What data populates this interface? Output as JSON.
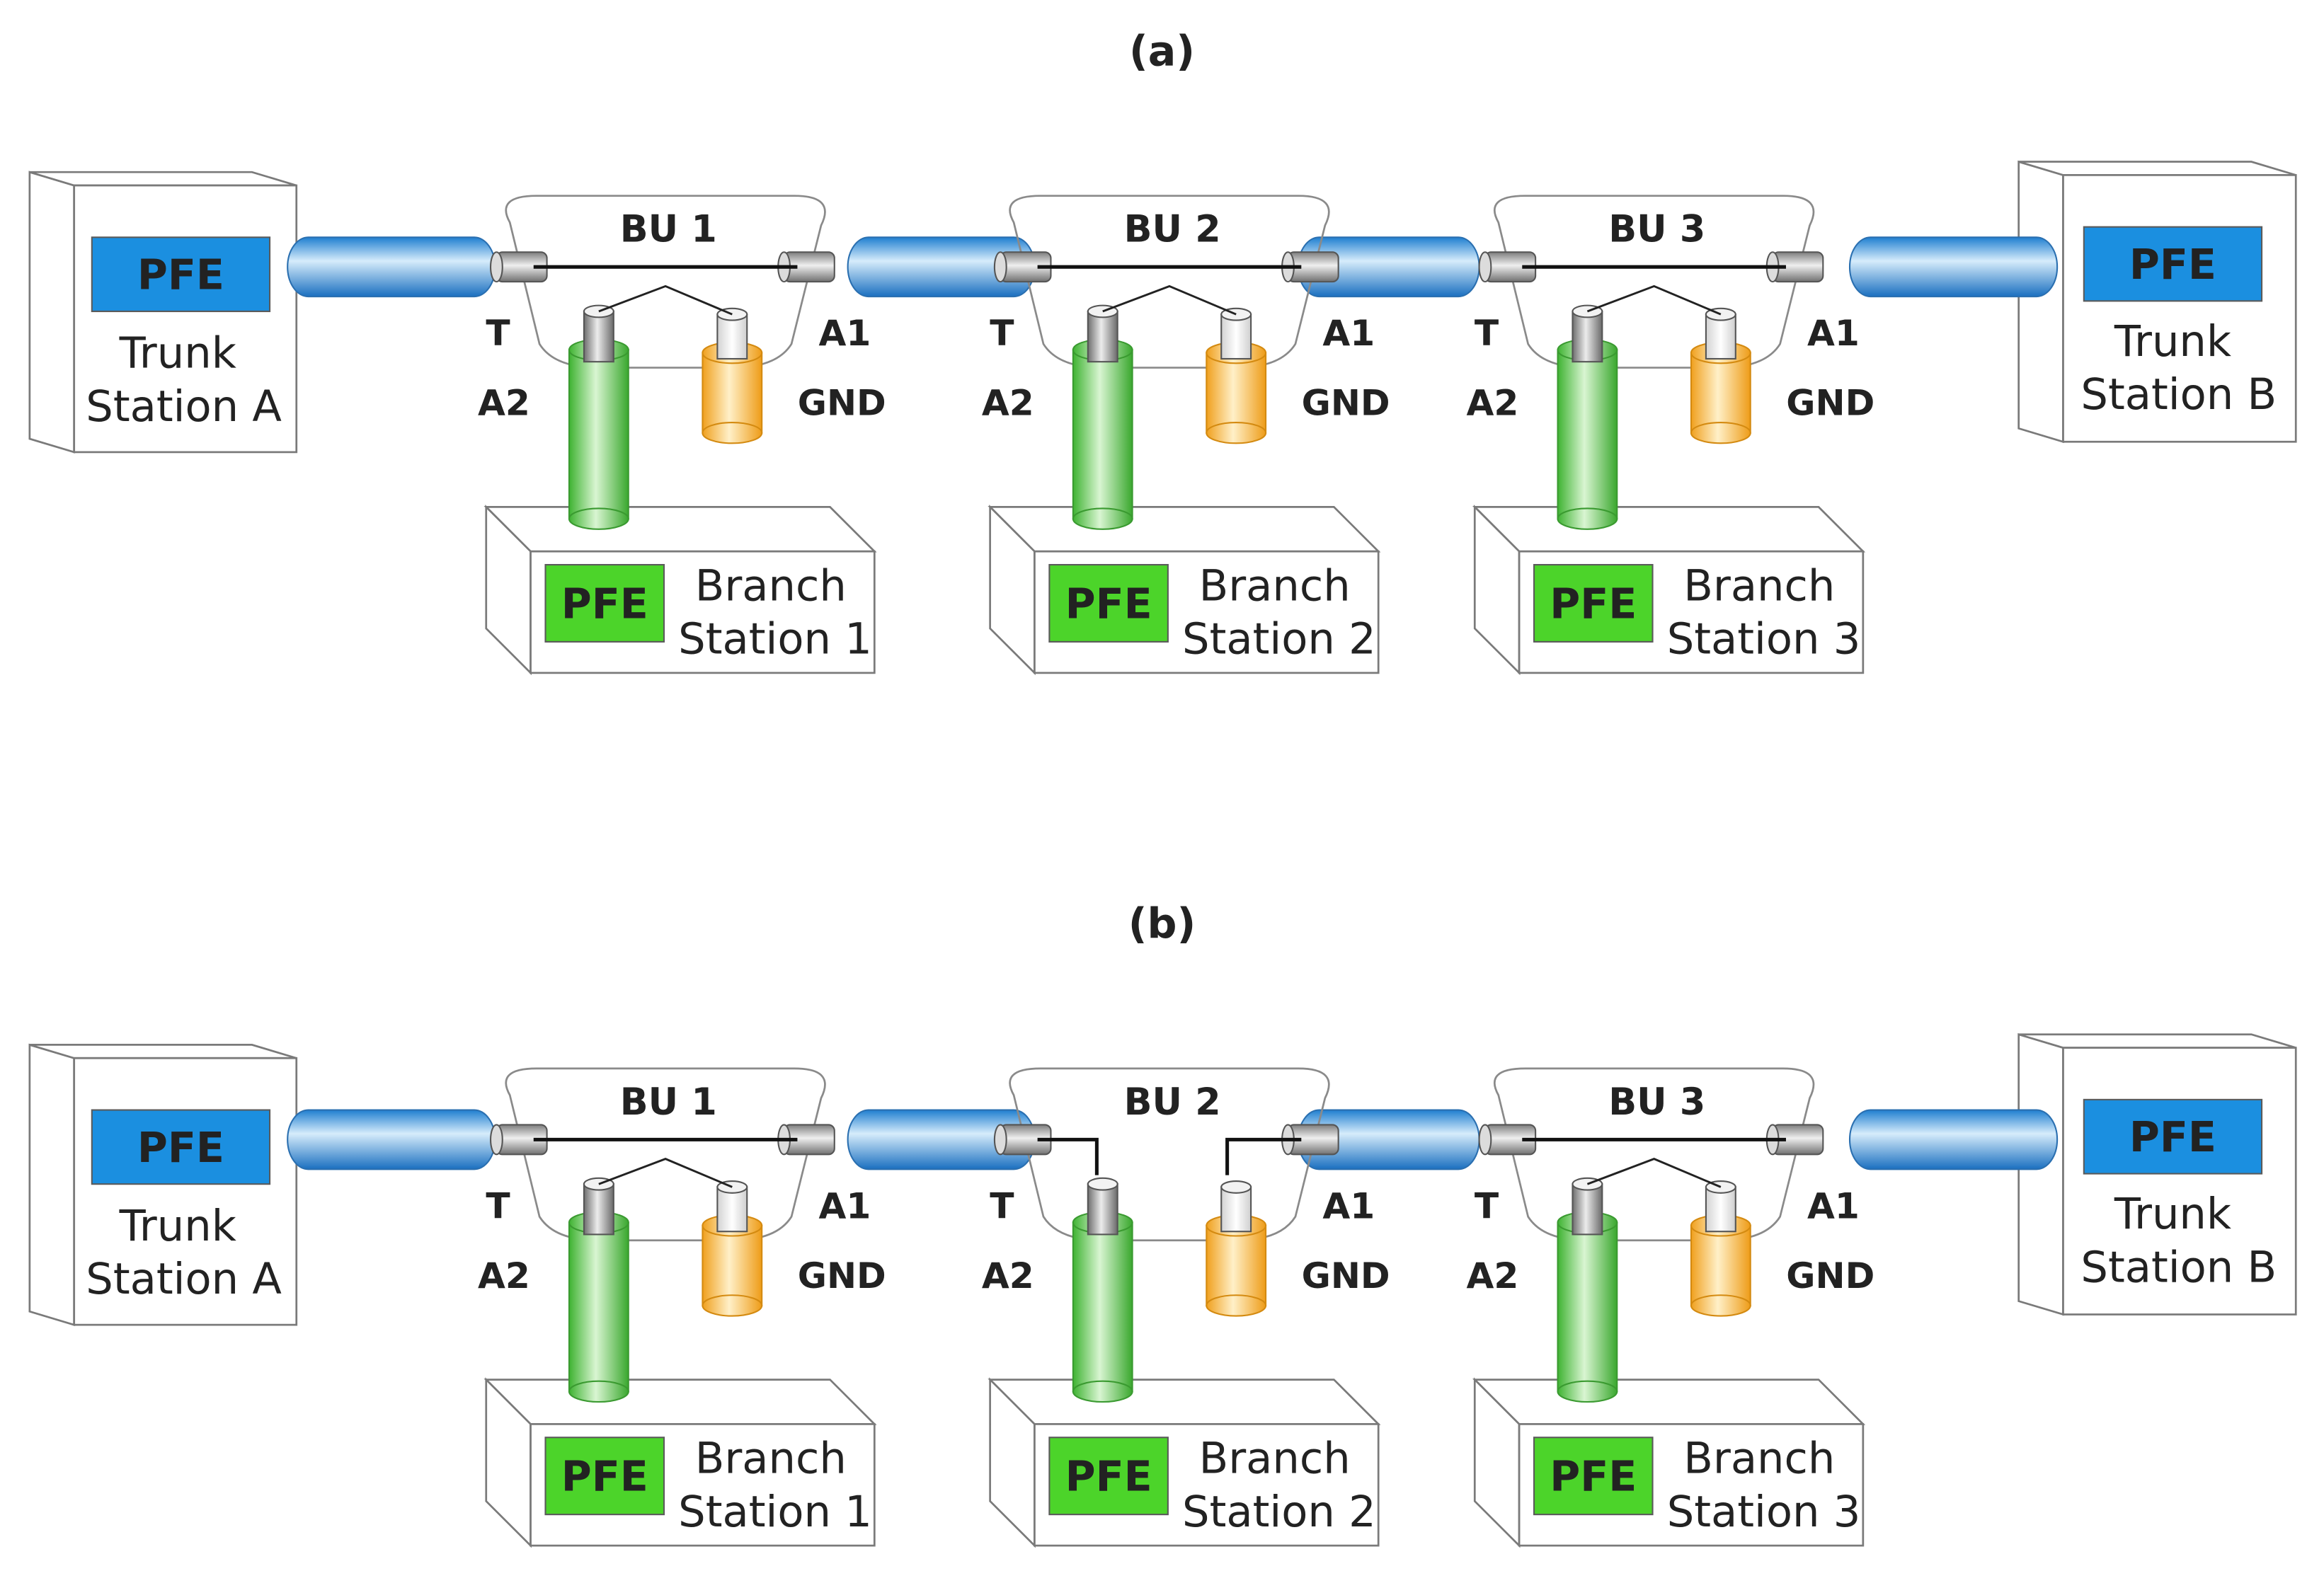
{
  "panels": [
    {
      "label": "(a)",
      "trunk_left": {
        "badge": "PFE",
        "line1": "Trunk",
        "line2": "Station A"
      },
      "trunk_right": {
        "badge": "PFE",
        "line1": "Trunk",
        "line2": "Station B"
      },
      "units": [
        {
          "name": "BU 1",
          "t": "T",
          "a1": "A1",
          "a2": "A2",
          "gnd": "GND",
          "branch": {
            "badge": "PFE",
            "line1": "Branch",
            "line2": "Station 1"
          },
          "a1_to_a2": false
        },
        {
          "name": "BU 2",
          "t": "T",
          "a1": "A1",
          "a2": "A2",
          "gnd": "GND",
          "branch": {
            "badge": "PFE",
            "line1": "Branch",
            "line2": "Station 2"
          },
          "a1_to_a2": false
        },
        {
          "name": "BU 3",
          "t": "T",
          "a1": "A1",
          "a2": "A2",
          "gnd": "GND",
          "branch": {
            "badge": "PFE",
            "line1": "Branch",
            "line2": "Station 3"
          },
          "a1_to_a2": false
        }
      ]
    },
    {
      "label": "(b)",
      "trunk_left": {
        "badge": "PFE",
        "line1": "Trunk",
        "line2": "Station A"
      },
      "trunk_right": {
        "badge": "PFE",
        "line1": "Trunk",
        "line2": "Station B"
      },
      "units": [
        {
          "name": "BU 1",
          "t": "T",
          "a1": "A1",
          "a2": "A2",
          "gnd": "GND",
          "branch": {
            "badge": "PFE",
            "line1": "Branch",
            "line2": "Station 1"
          },
          "a1_to_a2": false
        },
        {
          "name": "BU 2",
          "t": "T",
          "a1": "A1",
          "a2": "A2",
          "gnd": "GND",
          "branch": {
            "badge": "PFE",
            "line1": "Branch",
            "line2": "Station 2"
          },
          "a1_to_a2": true
        },
        {
          "name": "BU 3",
          "t": "T",
          "a1": "A1",
          "a2": "A2",
          "gnd": "GND",
          "branch": {
            "badge": "PFE",
            "line1": "Branch",
            "line2": "Station 3"
          },
          "a1_to_a2": false
        }
      ]
    }
  ],
  "colors": {
    "trunk_pfe": "#1b8fe0",
    "branch_pfe": "#4cd42a",
    "cable_blue": "#3f9ee3",
    "cable_green": "#5fce4c",
    "cable_orange": "#f5b12f",
    "connector_gray": "#9a9a9a"
  }
}
